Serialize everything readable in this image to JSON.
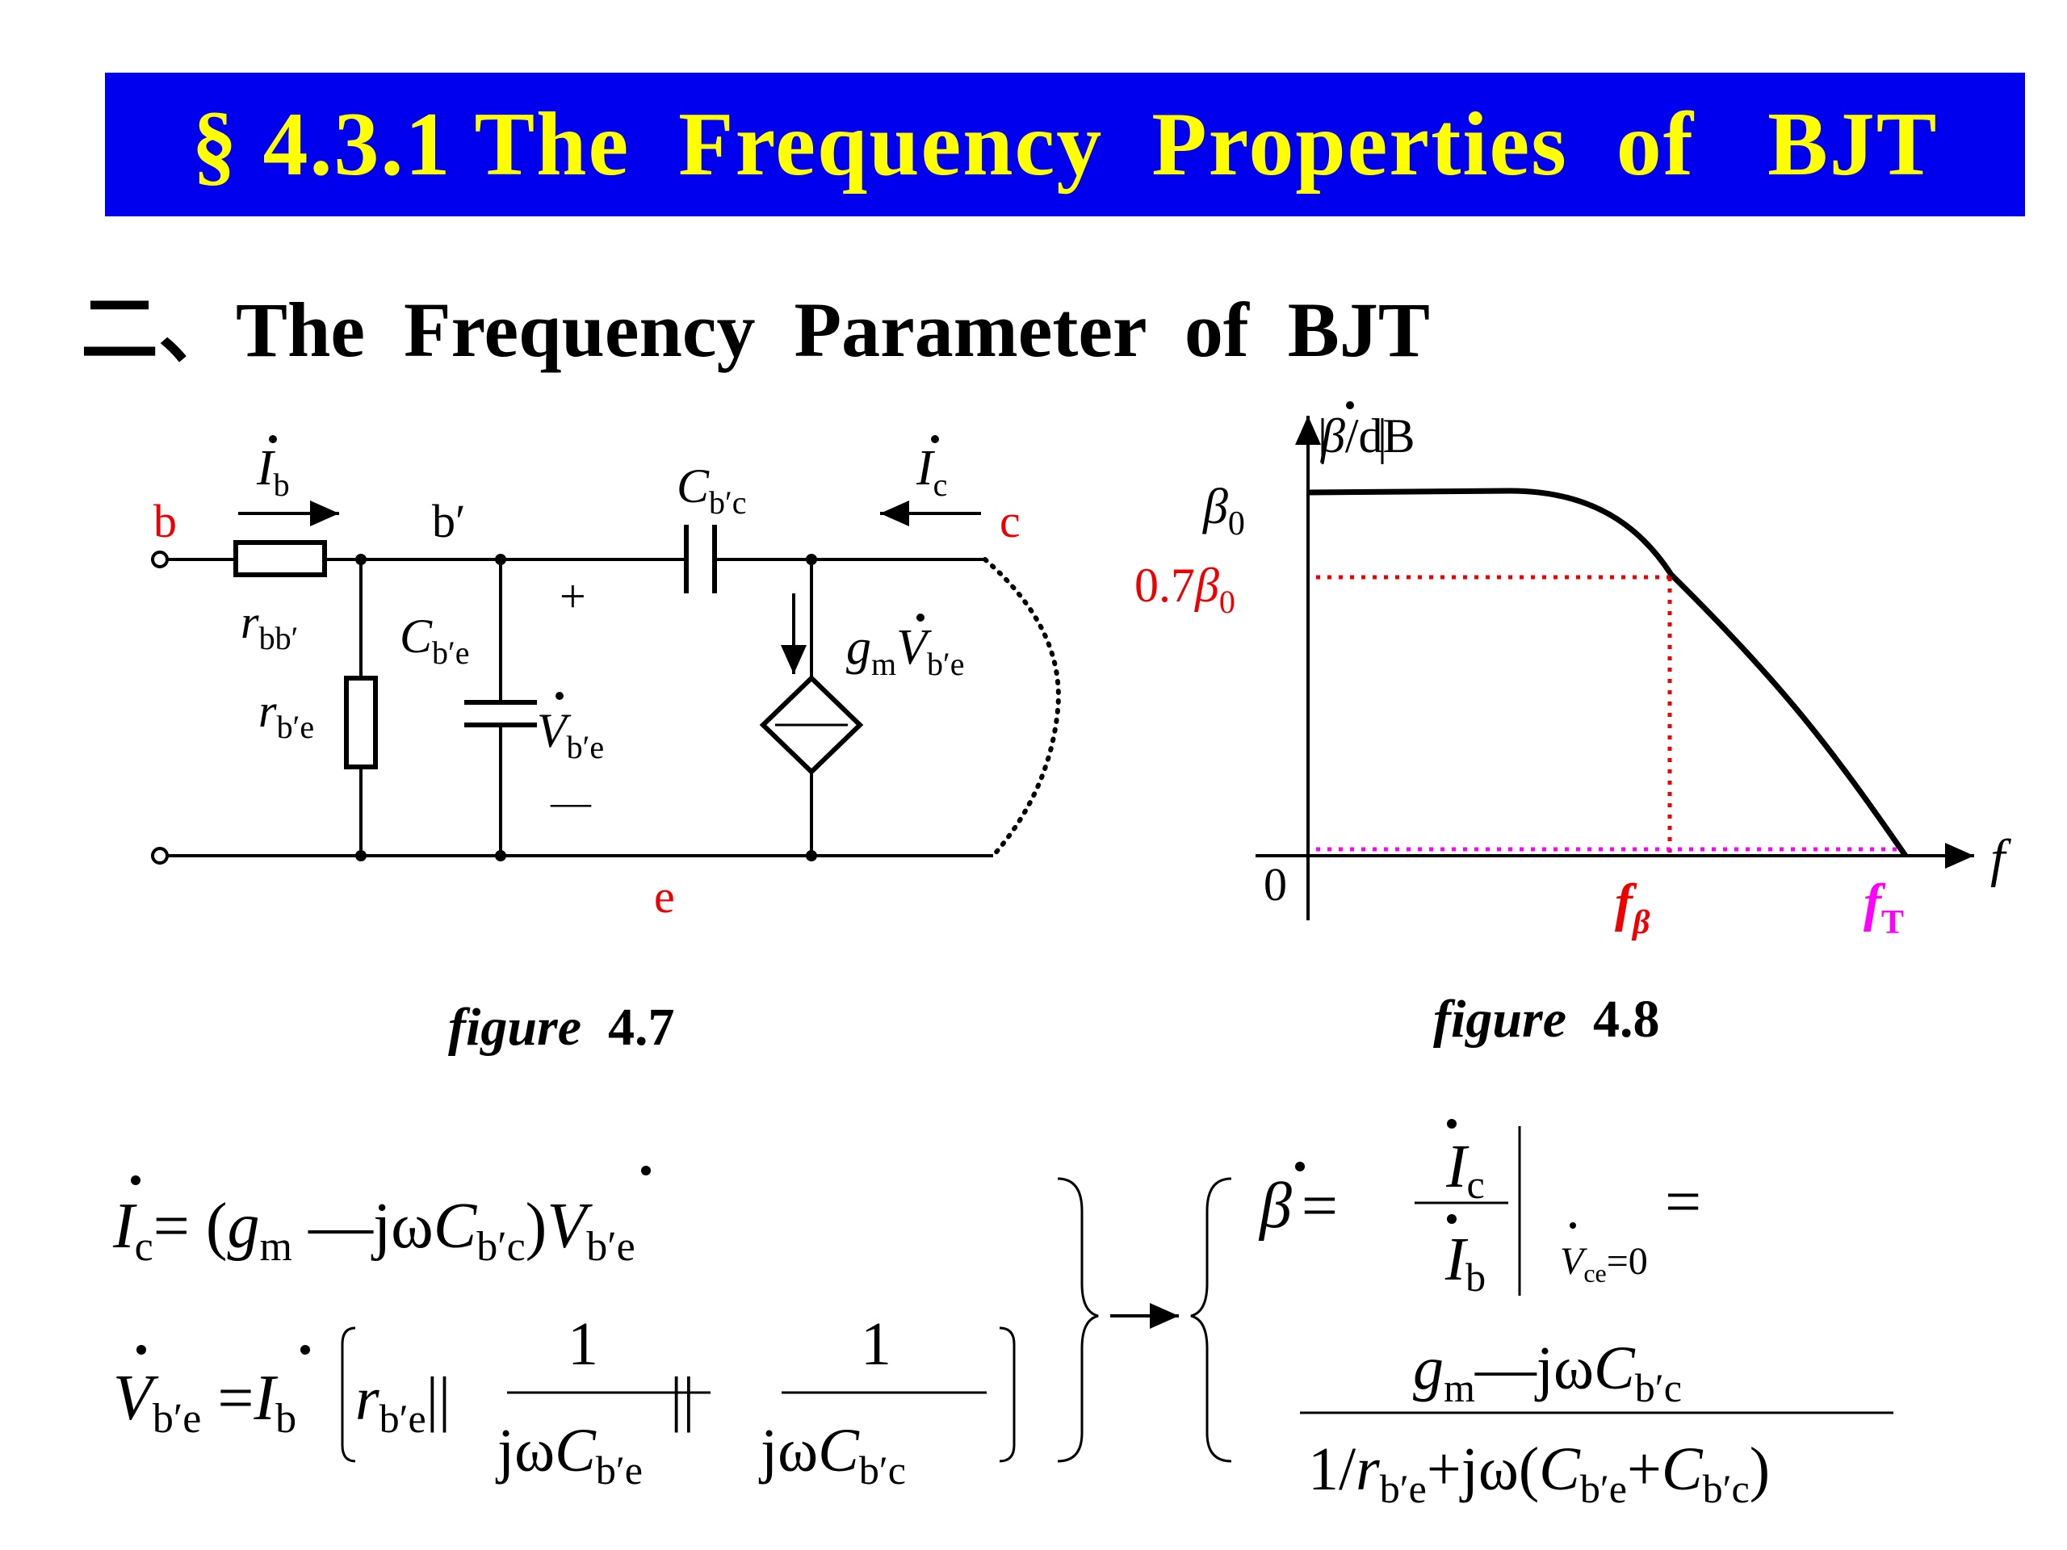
{
  "slide": {
    "title": "§ 4.3.1 The  Frequency  Properties  of   BJT",
    "heading": "二、The  Frequency  Parameter  of  BJT",
    "colors": {
      "banner": "#0000ee",
      "title": "#ffff00",
      "red": "#ee0000",
      "magenta": "#ff00ff"
    }
  },
  "fig47": {
    "caption_word": "figure",
    "caption_num": "4.7",
    "node_b": "b",
    "node_bp": "b′",
    "node_c": "c",
    "node_e": "e",
    "ib": "I",
    "ib_sub": "b",
    "ic": "I",
    "ic_sub": "c",
    "rbb": "r",
    "rbb_sub": "bb′",
    "rbe": "r",
    "rbe_sub": "b′e",
    "cbe": "C",
    "cbe_sub": "b′e",
    "cbc": "C",
    "cbc_sub": "b′c",
    "vbe": "V",
    "vbe_sub": "b′e",
    "plus": "+",
    "minus": "—",
    "gm": "g",
    "gm_sub": "m",
    "gv": "V",
    "gv_sub": "b′e"
  },
  "fig48": {
    "caption_word": "figure",
    "caption_num": "4.8",
    "ylabel_beta": "β",
    "ylabel_rest": "/dB",
    "xlabel": "f",
    "origin": "0",
    "beta0": "β",
    "beta0_sub": "0",
    "beta07_num": "0.7",
    "beta07_beta": "β",
    "beta07_sub": "0",
    "fbeta": "f",
    "fbeta_sub": "β",
    "ft": "f",
    "ft_sub": "T"
  },
  "equations": {
    "eq1": {
      "I": "I",
      "Isub": "c",
      "eqs": "= (",
      "gm": "g",
      "gmsub": "m",
      "mid": " —jω",
      "C": "C",
      "Csub": "b′c",
      "close": ")",
      "V": "V",
      "Vsub": "b′e"
    },
    "eq2": {
      "V": "V",
      "Vsub": "b′e",
      "eq": " =",
      "I": "I",
      "Isub": "b",
      "r": "r",
      "rsub": "b′e",
      "par": "||",
      "one1": "1",
      "den1": "jω",
      "C1": "C",
      "C1sub": "b′e",
      "par2": "||",
      "one2": "1",
      "den2": "jω",
      "C2": "C",
      "C2sub": "b′c"
    },
    "beta": {
      "beta": "β",
      "eq": "=",
      "numI": "I",
      "numSub": "c",
      "denI": "I",
      "denSub": "b",
      "condV": "V",
      "condSub": "ce",
      "condEq": "=0",
      "eq2": "="
    },
    "result": {
      "num_g": "g",
      "num_gsub": "m",
      "num_rest": "—jω",
      "num_C": "C",
      "num_Csub": "b′c",
      "den_pre": "1/",
      "den_r": "r",
      "den_rsub": "b′e",
      "den_mid": "+jω(",
      "den_C1": "C",
      "den_C1sub": "b′e",
      "den_plus": "+",
      "den_C2": "C",
      "den_C2sub": "b′c",
      "den_close": ")"
    }
  }
}
